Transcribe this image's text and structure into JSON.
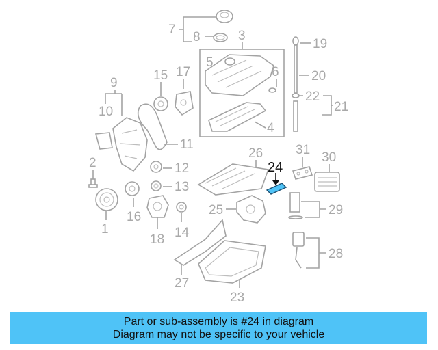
{
  "diagram": {
    "labels": [
      "1",
      "2",
      "3",
      "4",
      "5",
      "6",
      "7",
      "8",
      "9",
      "10",
      "11",
      "12",
      "13",
      "14",
      "15",
      "16",
      "17",
      "18",
      "19",
      "20",
      "21",
      "22",
      "23",
      "24",
      "25",
      "26",
      "27",
      "28",
      "29",
      "30",
      "31"
    ],
    "highlight_label": "24",
    "highlight_color": "#4fc3f7",
    "part_color": "#a3a3a3"
  },
  "banner": {
    "line1": "Part or sub-assembly is #24 in diagram",
    "line2": "Diagram may not be specific to your vehicle",
    "background": "#4fc3f7"
  }
}
